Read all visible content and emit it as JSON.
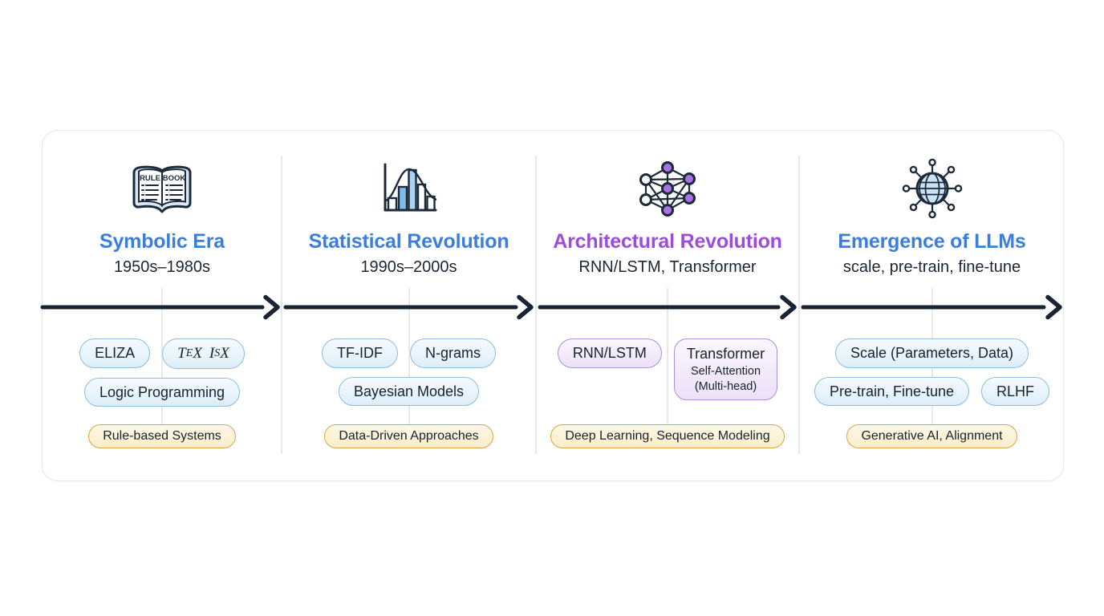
{
  "diagram": {
    "type": "timeline",
    "background": "#ffffff"
  },
  "accents": {
    "ink": "#1a2332",
    "title_blue": "#3d7edb",
    "title_purple": "#9c4cd6",
    "tag_blue_border": "#8fbcdf",
    "tag_purple_border": "#ab8fd8",
    "tag_orange_border": "#dba547",
    "divider_gray": "#e6e9ed",
    "icon_blue_fill": "#cbe4f6",
    "icon_purple_fill": "#a873e6"
  },
  "columns": [
    {
      "title": "Symbolic Era",
      "subtitle": "1950s–1980s",
      "icon": "rule-book-icon",
      "icon_words": [
        "RULE",
        "BOOK"
      ],
      "tags": [
        "ELIZA",
        "Logic Programming"
      ],
      "tex_logo": [
        "T",
        "E",
        "X",
        "I",
        "S",
        "X"
      ],
      "bottom_tag": "Rule-based Systems"
    },
    {
      "title": "Statistical Revolution",
      "subtitle": "1990s–2000s",
      "icon": "histogram-icon",
      "tags": [
        "TF-IDF",
        "N-grams",
        "Bayesian Models"
      ],
      "bottom_tag": "Data-Driven Approaches"
    },
    {
      "title": "Architectural Revolution",
      "subtitle": "RNN/LSTM, Transformer",
      "icon": "neural-network-icon",
      "tags": [
        "RNN/LSTM"
      ],
      "transformer_tag": {
        "line1": "Transformer",
        "line2": "Self-Attention",
        "line3": "(Multi-head)"
      },
      "bottom_tag": "Deep Learning, Sequence Modeling"
    },
    {
      "title": "Emergence of LLMs",
      "subtitle": "scale, pre-train, fine-tune",
      "icon": "globe-network-icon",
      "tags": [
        "Scale (Parameters, Data)",
        "Pre-train, Fine-tune",
        "RLHF"
      ],
      "bottom_tag": "Generative AI, Alignment"
    }
  ]
}
